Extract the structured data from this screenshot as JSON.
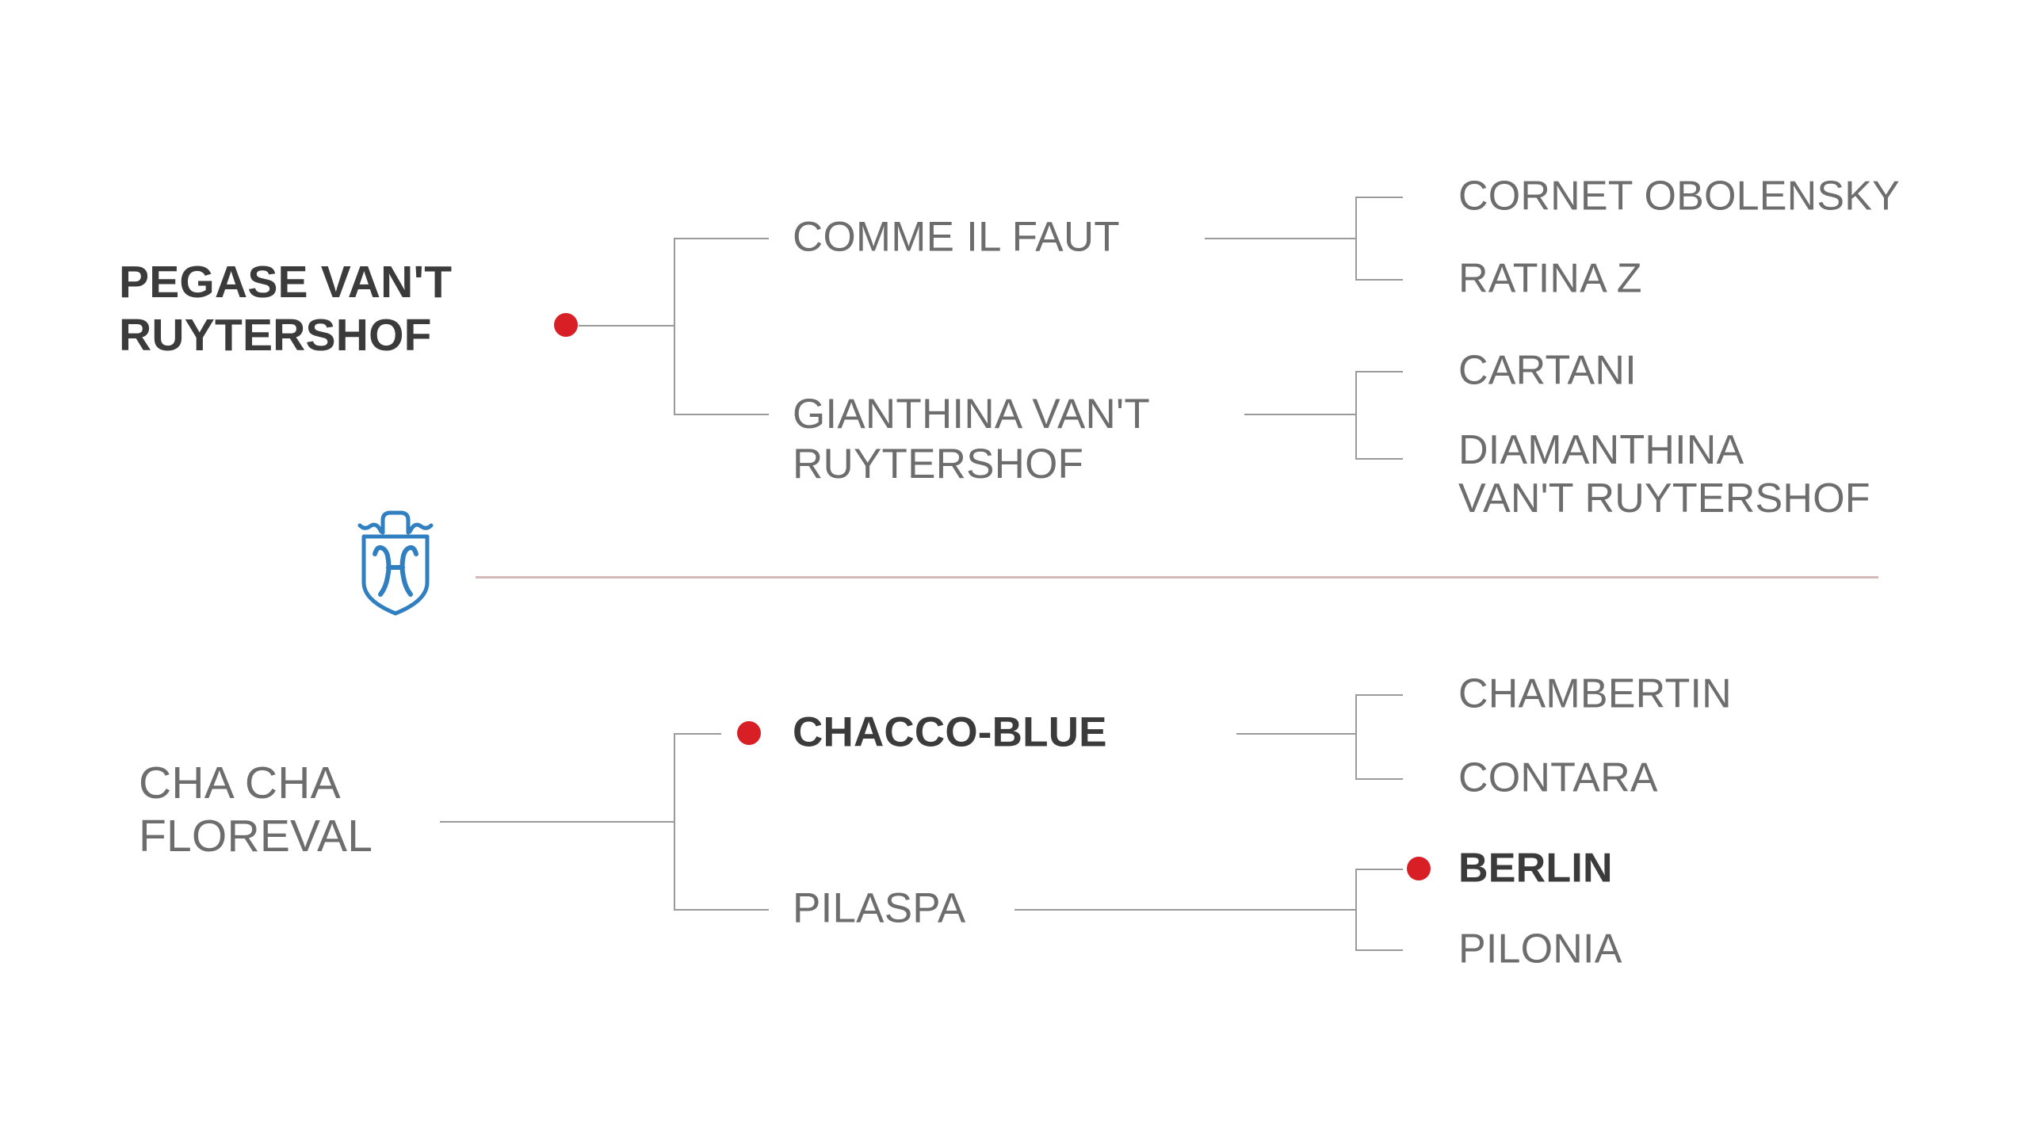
{
  "colors": {
    "marker_red": "#d91f26",
    "line_gray": "#9a9a9a",
    "text_gray": "#6d6d6d",
    "text_dark": "#3b3b3b",
    "divider_pink": "#d5b9b9",
    "logo_blue": "#2f7fc1",
    "background": "#ffffff"
  },
  "logo": {
    "name": "horse-head-shield-crest",
    "color": "#2f7fc1"
  },
  "chart_data": {
    "type": "pedigree-tree",
    "title": "",
    "legend": "",
    "trees": [
      {
        "id": "sire-line",
        "root": {
          "name": "PEGASE VAN'T RUYTERSHOF",
          "bold": true,
          "marker": true
        },
        "generation2": [
          {
            "name": "COMME IL FAUT",
            "bold": false,
            "marker": false
          },
          {
            "name": "GIANTHINA VAN'T RUYTERSHOF",
            "bold": false,
            "marker": false
          }
        ],
        "generation3": [
          {
            "name": "CORNET OBOLENSKY",
            "bold": false,
            "marker": false
          },
          {
            "name": "RATINA Z",
            "bold": false,
            "marker": false
          },
          {
            "name": "CARTANI",
            "bold": false,
            "marker": false
          },
          {
            "name": "DIAMANTHINA VAN'T RUYTERSHOF",
            "bold": false,
            "marker": false
          }
        ]
      },
      {
        "id": "dam-line",
        "root": {
          "name": "CHA CHA FLOREVAL",
          "bold": false,
          "marker": false
        },
        "generation2": [
          {
            "name": "CHACCO-BLUE",
            "bold": true,
            "marker": true
          },
          {
            "name": "PILASPA",
            "bold": false,
            "marker": false
          }
        ],
        "generation3": [
          {
            "name": "CHAMBERTIN",
            "bold": false,
            "marker": false
          },
          {
            "name": "CONTARA",
            "bold": false,
            "marker": false
          },
          {
            "name": "BERLIN",
            "bold": true,
            "marker": true
          },
          {
            "name": "PILONIA",
            "bold": false,
            "marker": false
          }
        ]
      }
    ]
  },
  "top": {
    "root": "PEGASE VAN'T\nRUYTERSHOF",
    "sire": "COMME IL FAUT",
    "dam": "GIANTHINA VAN'T\nRUYTERSHOF",
    "sire_sire": "CORNET OBOLENSKY",
    "sire_dam": "RATINA Z",
    "dam_sire": "CARTANI",
    "dam_dam": "DIAMANTHINA\nVAN'T RUYTERSHOF"
  },
  "bottom": {
    "root": "CHA CHA\nFLOREVAL",
    "sire": "CHACCO-BLUE",
    "dam": "PILASPA",
    "sire_sire": "CHAMBERTIN",
    "sire_dam": "CONTARA",
    "dam_sire": "BERLIN",
    "dam_dam": "PILONIA"
  }
}
